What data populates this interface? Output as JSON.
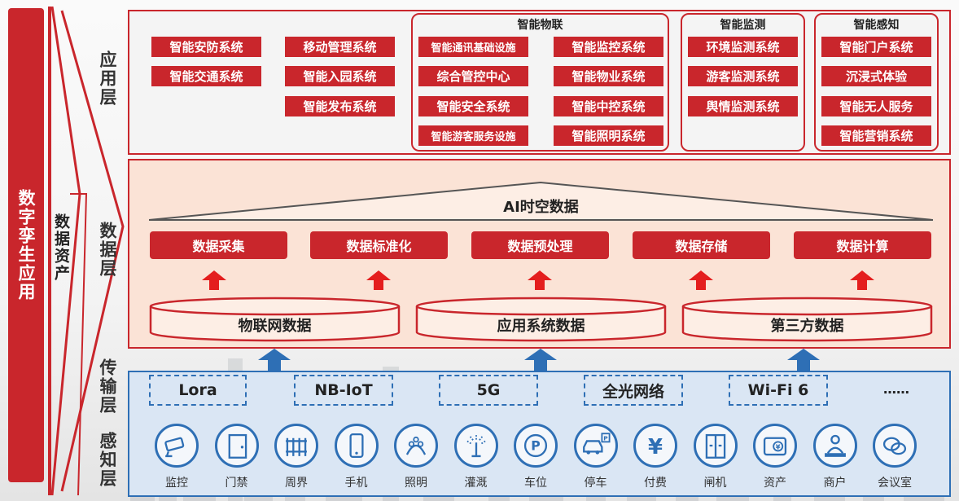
{
  "left_bar": "数字孪生应用",
  "assets_label": "数据资产",
  "layers": {
    "app": "应用层",
    "data": "数据层",
    "trans": "传输层",
    "sense": "感知层"
  },
  "app": {
    "col1": [
      "智能安防系统",
      "智能交通系统"
    ],
    "col2": [
      "移动管理系统",
      "智能入园系统",
      "智能发布系统"
    ],
    "iot": {
      "title": "智能物联",
      "left": [
        "智能通讯基础设施",
        "综合管控中心",
        "智能安全系统",
        "智能游客服务设施"
      ],
      "right": [
        "智能监控系统",
        "智能物业系统",
        "智能中控系统",
        "智能照明系统"
      ]
    },
    "monitor": {
      "title": "智能监测",
      "items": [
        "环境监测系统",
        "游客监测系统",
        "舆情监测系统"
      ]
    },
    "perceive": {
      "title": "智能感知",
      "items": [
        "智能门户系统",
        "沉浸式体验",
        "智能无人服务",
        "智能营销系统"
      ]
    }
  },
  "data": {
    "top": "AI时空数据",
    "process": [
      "数据采集",
      "数据标准化",
      "数据预处理",
      "数据存储",
      "数据计算"
    ],
    "sources": [
      "物联网数据",
      "应用系统数据",
      "第三方数据"
    ]
  },
  "transport": [
    "Lora",
    "NB-IoT",
    "5G",
    "全光网络",
    "Wi-Fi 6"
  ],
  "transport_more": "……",
  "devices": [
    {
      "label": "监控",
      "icon": "camera-icon"
    },
    {
      "label": "门禁",
      "icon": "door-icon"
    },
    {
      "label": "周界",
      "icon": "fence-icon"
    },
    {
      "label": "手机",
      "icon": "phone-icon"
    },
    {
      "label": "照明",
      "icon": "lighting-icon"
    },
    {
      "label": "灌溉",
      "icon": "sprinkler-icon"
    },
    {
      "label": "车位",
      "icon": "parking-icon"
    },
    {
      "label": "停车",
      "icon": "car-parking-icon"
    },
    {
      "label": "付费",
      "icon": "yen-icon"
    },
    {
      "label": "闸机",
      "icon": "gate-icon"
    },
    {
      "label": "资产",
      "icon": "wallet-icon"
    },
    {
      "label": "商户",
      "icon": "merchant-icon"
    },
    {
      "label": "会议室",
      "icon": "chat-icon"
    }
  ],
  "colors": {
    "red": "#c9262c",
    "blue": "#2e6fb5"
  }
}
